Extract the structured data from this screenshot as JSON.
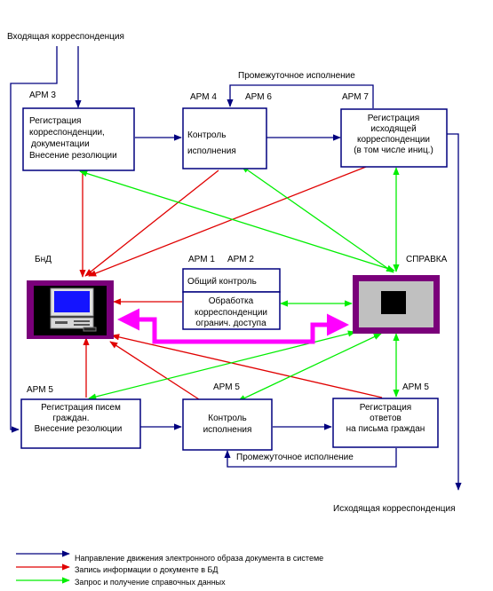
{
  "labels": {
    "incoming": "Входящая корреспонденция",
    "outgoing": "Исходящая корреспонденция",
    "intermediate_top": "Промежуточное исполнение",
    "intermediate_bottom": "Промежуточное исполнение",
    "bnd": "БнД",
    "spravka": "СПРАВКА"
  },
  "arm_labels": {
    "arm3": "АРМ 3",
    "arm4": "АРМ 4",
    "arm6": "АРМ 6",
    "arm7": "АРМ 7",
    "arm1": "АРМ 1",
    "arm2": "АРМ 2",
    "arm5_left": "АРМ 5",
    "arm5_mid": "АРМ 5",
    "arm5_right": "АРМ 5"
  },
  "boxes": {
    "registration": [
      "Регистрация",
      "корреспонденции,",
      "документации",
      "Внесение резолюции"
    ],
    "control_top": [
      "Контроль",
      "исполнения"
    ],
    "outgoing_reg": [
      "Регистрация",
      "исходящей",
      "корреспонденции",
      "(в том числе иниц.)"
    ],
    "general_control": "Общий контроль",
    "restricted": [
      "Обработка",
      "корреспонденции",
      "огранич. доступа"
    ],
    "letters_reg": [
      "Регистрация писем",
      "граждан.",
      "Внесение резолюции"
    ],
    "control_bottom": [
      "Контроль",
      "исполнения"
    ],
    "answers_reg": [
      "Регистрация",
      "ответов",
      "на письма граждан"
    ]
  },
  "help_symbol": "?",
  "legend": [
    {
      "color": "#00007f",
      "text": "Направление движения электронного образа документа в системе"
    },
    {
      "color": "#e00000",
      "text": "Запись информации о документе в БД"
    },
    {
      "color": "#00ee00",
      "text": "Запрос и получение справочных данных"
    }
  ],
  "colors": {
    "blue": "#00007f",
    "red": "#e00000",
    "green": "#00ee00",
    "magenta": "#ff00ff",
    "purple": "#7a007a"
  }
}
